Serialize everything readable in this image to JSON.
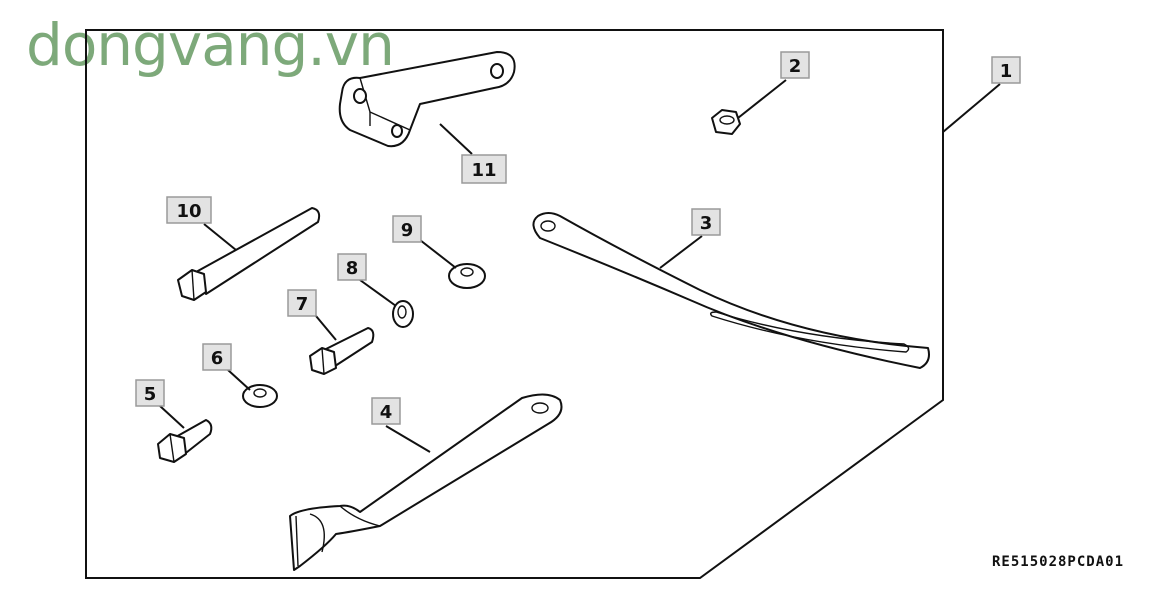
{
  "watermark": "dongvang.vn",
  "callouts": [
    "1",
    "2",
    "3",
    "4",
    "5",
    "6",
    "7",
    "8",
    "9",
    "10",
    "11"
  ],
  "reference_code": "RE515028PCDA01"
}
